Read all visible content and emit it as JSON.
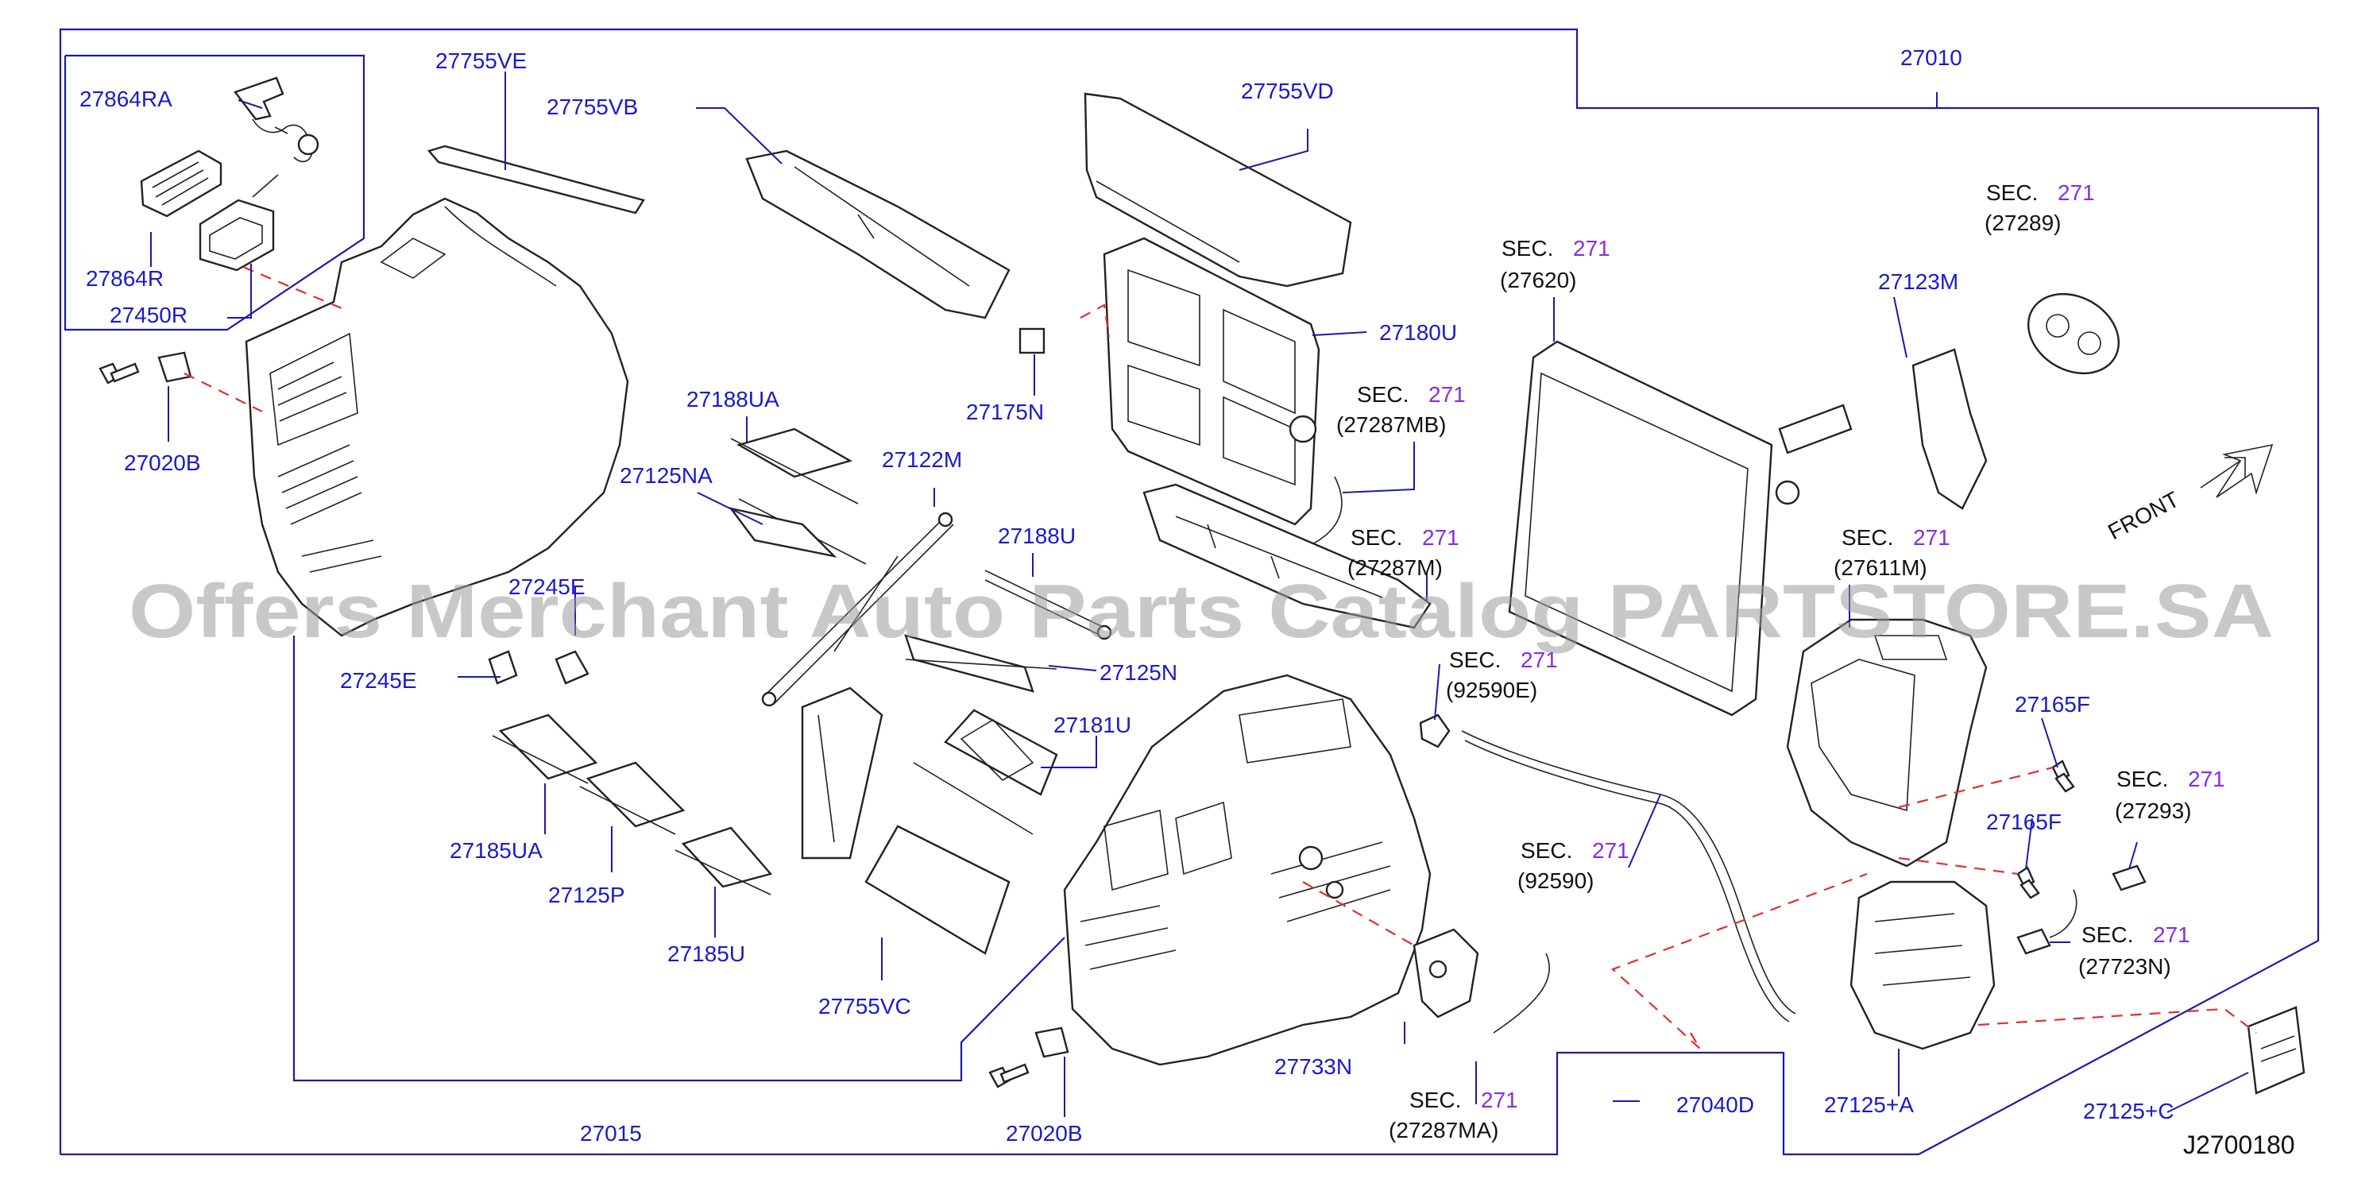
{
  "diagram": {
    "diagram_code": "J2700180",
    "watermark": "Offers Merchant Auto Parts Catalog PARTSTORE.SA",
    "front_label": "FRONT",
    "sec_label": "SEC.",
    "sec_number": "271",
    "part_labels": {
      "p27864RA": "27864RA",
      "p27864R": "27864R",
      "p27450R": "27450R",
      "p27755VE": "27755VE",
      "p27755VB": "27755VB",
      "p27755VD": "27755VD",
      "p27010": "27010",
      "p27020B_a": "27020B",
      "p27188UA": "27188UA",
      "p27125NA": "27125NA",
      "p27122M": "27122M",
      "p27175N": "27175N",
      "p27180U": "27180U",
      "p27188U": "27188U",
      "p27245E_a": "27245E",
      "p27245E_b": "27245E",
      "p27125N": "27125N",
      "p27181U": "27181U",
      "p27185UA": "27185UA",
      "p27125P": "27125P",
      "p27185U": "27185U",
      "p27755VC": "27755VC",
      "p27015": "27015",
      "p27020B_b": "27020B",
      "p27733N": "27733N",
      "p27040D": "27040D",
      "p27123M": "27123M",
      "p27165F_a": "27165F",
      "p27165F_b": "27165F",
      "p27125A": "27125+A",
      "p27125C": "27125+C"
    },
    "sec_refs": {
      "r27289": "(27289)",
      "r27620": "(27620)",
      "r27287MB": "(27287MB)",
      "r27287M": "(27287M)",
      "r27611M": "(27611M)",
      "r92590E": "(92590E)",
      "r92590": "(92590)",
      "r27293": "(27293)",
      "r27723N": "(27723N)",
      "r27287MA": "(27287MA)"
    },
    "colors": {
      "part_number": "#1a1acc",
      "sec_number": "#8a2be2",
      "leader_line": "#1a1aaa",
      "dashed_line": "#e03030"
    }
  }
}
